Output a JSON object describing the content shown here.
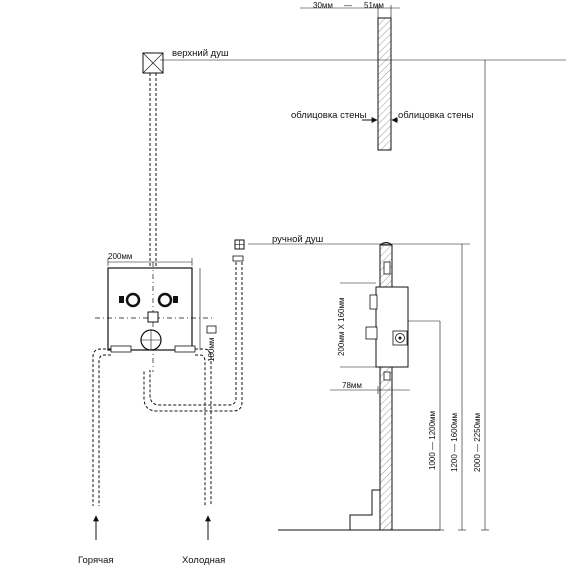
{
  "labels": {
    "top_shower": "верхний душ",
    "hand_shower": "ручной душ",
    "wall_cladding_left": "облицовка стены",
    "wall_cladding_right": "облицовка стены",
    "hot": "Горячая",
    "cold": "Холодная"
  },
  "dimensions": {
    "wall_min": "30мм",
    "wall_sep": "—",
    "wall_max": "51мм",
    "box_width": "200мм",
    "box_height": "180мм",
    "side_size": "200мм  X  160мм",
    "depth": "78мм",
    "range_hand": "1000 — 1200мм",
    "range_mixer": "1200 — 1600мм",
    "range_top": "2000 — 2250мм"
  }
}
